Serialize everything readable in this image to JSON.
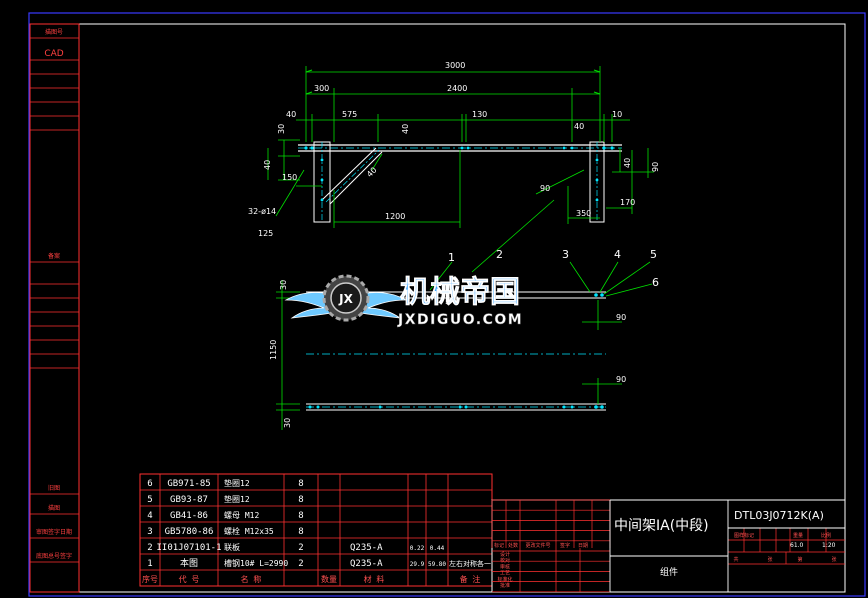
{
  "side_bar": {
    "cells": [
      "描图号",
      "CAD",
      "",
      "",
      "",
      "",
      "",
      "备案",
      "",
      "",
      "",
      "",
      "",
      "",
      "",
      "旧图",
      "描图",
      "审图签字日期",
      "底图总号签字"
    ]
  },
  "dimensions": {
    "overall": "3000",
    "span": "2400",
    "left_offset": "300",
    "d575": "575",
    "d40a": "40",
    "d40b": "40",
    "d40c": "40",
    "d40d": "40",
    "d40e": "40",
    "d30a": "30",
    "d130": "130",
    "d10": "10",
    "d150": "150",
    "d1200": "1200",
    "d90a": "90",
    "d350": "350",
    "d170": "170",
    "d90b": "90",
    "holes": "32-ø14",
    "d125": "125",
    "lower_30a": "30",
    "lower_1150": "1150",
    "lower_30b": "30",
    "lower_90a": "90",
    "lower_90b": "90"
  },
  "callouts": [
    "1",
    "2",
    "3",
    "4",
    "5",
    "6"
  ],
  "watermark": {
    "cn": "机械帝国",
    "en": "JXDIGUO.COM",
    "badge": "JX"
  },
  "bom": {
    "rows": [
      {
        "no": "6",
        "code": "GB971-85",
        "name": "垫圈12",
        "qty": "8",
        "material": "",
        "w1": "",
        "w2": "",
        "note": ""
      },
      {
        "no": "5",
        "code": "GB93-87",
        "name": "垫圈12",
        "qty": "8",
        "material": "",
        "w1": "",
        "w2": "",
        "note": ""
      },
      {
        "no": "4",
        "code": "GB41-86",
        "name": "螺母 M12",
        "qty": "8",
        "material": "",
        "w1": "",
        "w2": "",
        "note": ""
      },
      {
        "no": "3",
        "code": "GB5780-86",
        "name": "螺栓 M12x35",
        "qty": "8",
        "material": "",
        "w1": "",
        "w2": "",
        "note": ""
      },
      {
        "no": "2",
        "code": "II01J07101-1",
        "name": "联板",
        "qty": "2",
        "material": "Q235-A",
        "w1": "0.22",
        "w2": "0.44",
        "note": ""
      },
      {
        "no": "1",
        "code": "本图",
        "name": "槽钢10# L=2990",
        "qty": "2",
        "material": "Q235-A",
        "w1": "29.9",
        "w2": "59.80",
        "note": "左右对称各一"
      }
    ],
    "header": {
      "no": "序号",
      "code": "代  号",
      "name": "名    称",
      "qty": "数量",
      "material": "材  料",
      "w": "",
      "note": "备  注"
    }
  },
  "title_block": {
    "title": "中间架IA(中段)",
    "drawing_no": "DTL03J0712K(A)",
    "subtitle": "组件",
    "labels": [
      "标记",
      "处数",
      "更改文件号",
      "签字",
      "日期",
      "设计",
      "校对",
      "审核",
      "工艺",
      "标准化",
      "批准"
    ],
    "right_labels": [
      "图样标记",
      "重量",
      "比例",
      "共",
      "张",
      "第",
      "张"
    ],
    "scale": "1:20",
    "weight": "61.0"
  }
}
